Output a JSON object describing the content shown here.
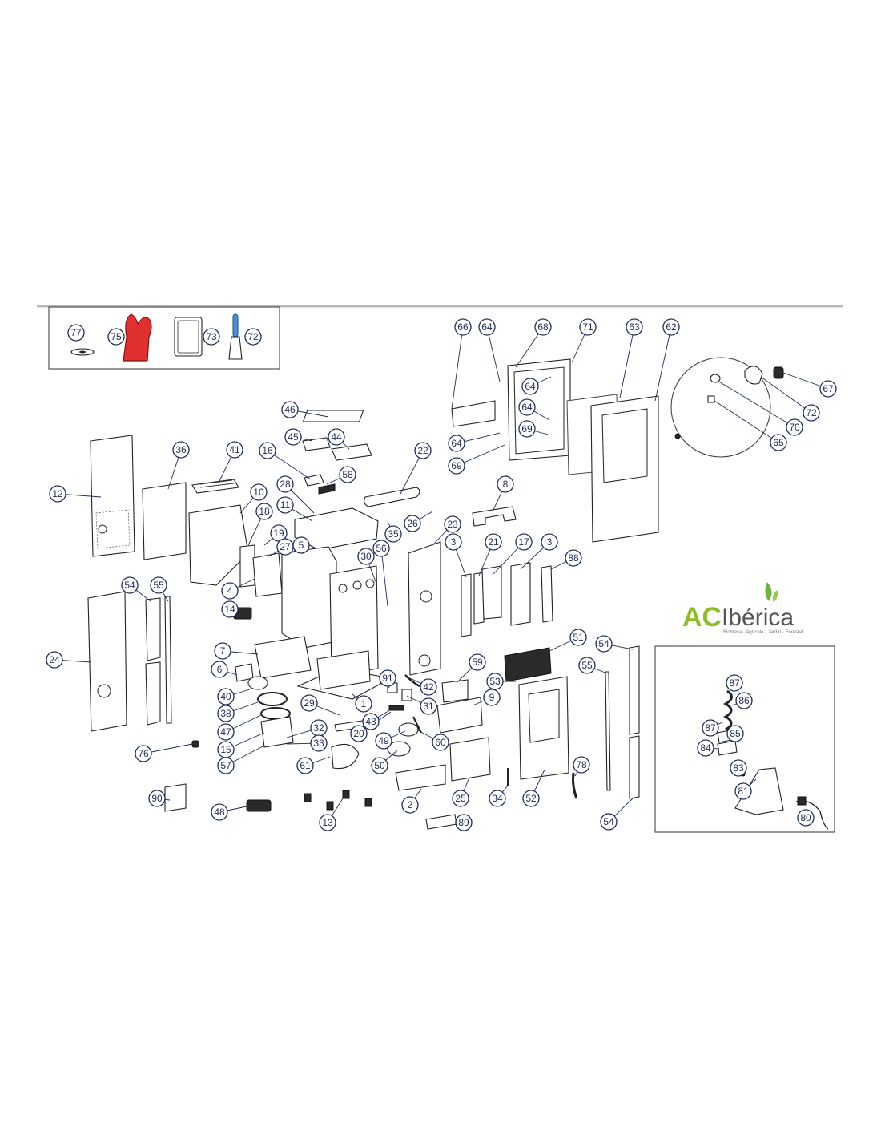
{
  "brand": {
    "prefix": "AC",
    "name": "Ibérica",
    "tagline": "Biomasa · Agrícola · Jardín · Forestal",
    "colors": {
      "green": "#8cbf26",
      "grey": "#555555",
      "leaf": "#6db33f"
    }
  },
  "accessory_labels": [
    "77",
    "75",
    "73",
    "72"
  ],
  "main_labels": [
    "66",
    "64",
    "68",
    "71",
    "63",
    "62",
    "67",
    "72",
    "70",
    "65",
    "64",
    "64",
    "69",
    "64",
    "69",
    "46",
    "45",
    "44",
    "16",
    "58",
    "22",
    "12",
    "36",
    "41",
    "10",
    "28",
    "11",
    "18",
    "8",
    "35",
    "26",
    "23",
    "3",
    "21",
    "17",
    "3",
    "88",
    "19",
    "27",
    "5",
    "30",
    "56",
    "4",
    "14",
    "7",
    "54",
    "55",
    "24",
    "6",
    "40",
    "38",
    "47",
    "15",
    "57",
    "29",
    "1",
    "32",
    "33",
    "61",
    "91",
    "42",
    "31",
    "59",
    "43",
    "20",
    "49",
    "60",
    "50",
    "51",
    "53",
    "9",
    "55",
    "54",
    "25",
    "2",
    "34",
    "52",
    "78",
    "54",
    "76",
    "90",
    "48",
    "13",
    "89"
  ],
  "detail_labels": [
    "87",
    "86",
    "87",
    "85",
    "84",
    "83",
    "81",
    "80"
  ],
  "colors": {
    "callout": "#1f2b5a",
    "glove": "#e03030",
    "scraper_handle": "#4a90d9"
  }
}
